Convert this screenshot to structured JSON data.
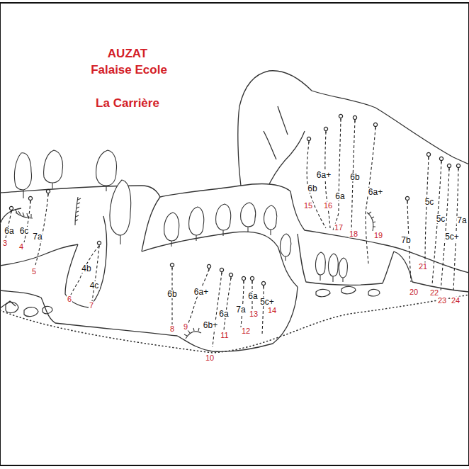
{
  "diagram": {
    "title": "AUZAT",
    "labels": [
      "Falaise Ecole",
      "La Carrière",
      "6a",
      "6c",
      "7a",
      "3",
      "4",
      "5",
      "4b",
      "4c",
      "6",
      "7",
      "6b",
      "6a+",
      "6b+",
      "6a",
      "7a",
      "6a",
      "5c+",
      "8",
      "9",
      "10",
      "11",
      "12",
      "13",
      "14",
      "6a+",
      "6b",
      "6a",
      "6b",
      "6a+",
      "15",
      "16",
      "17",
      "18",
      "19",
      "7b",
      "5c",
      "5c",
      "5c+",
      "7a",
      "20",
      "21",
      "22",
      "23",
      "24"
    ]
  }
}
